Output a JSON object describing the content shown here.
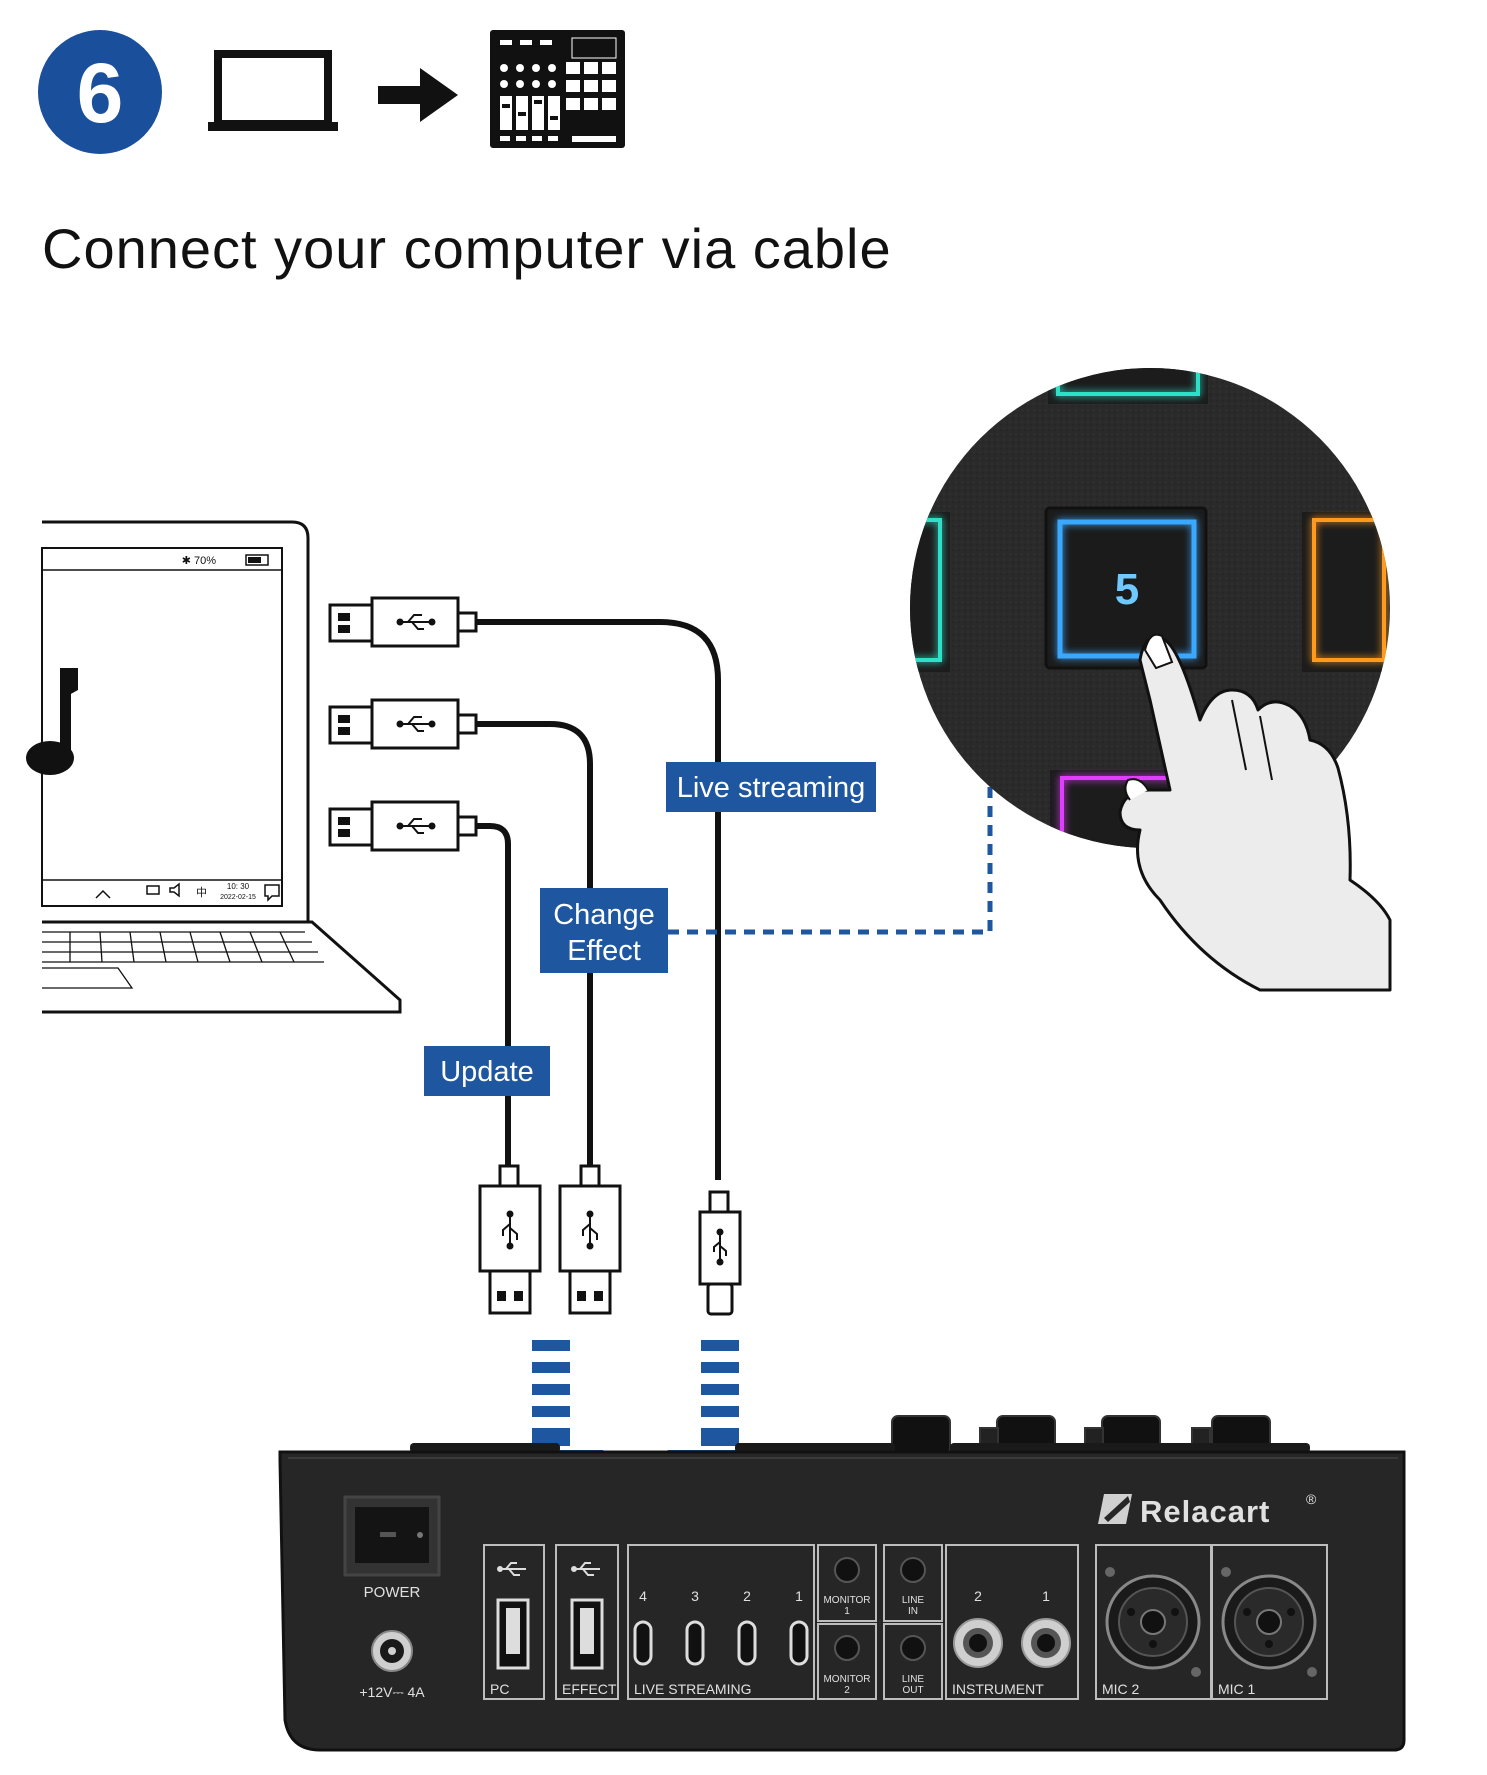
{
  "step": {
    "number": "6"
  },
  "heading": "Connect your computer via cable",
  "laptop": {
    "battery": "✱ 70%",
    "time": "10: 30",
    "date": "2022-02-15",
    "ime": "中"
  },
  "cables": {
    "live_streaming": "Live streaming",
    "change_effect_line1": "Change",
    "change_effect_line2": "Effect",
    "update": "Update"
  },
  "zoom_pad": {
    "number": "5"
  },
  "device": {
    "brand": "Relacart",
    "power_label": "POWER",
    "power_rating": "+12V⎓ 4A",
    "ports": {
      "pc": "PC",
      "effect": "EFFECT",
      "live_streaming": "LIVE STREAMING",
      "ls_numbers": [
        "4",
        "3",
        "2",
        "1"
      ],
      "monitor1_a": "MONITOR",
      "monitor1_b": "1",
      "monitor2_a": "MONITOR",
      "monitor2_b": "2",
      "line_in_a": "LINE",
      "line_in_b": "IN",
      "line_out_a": "LINE",
      "line_out_b": "OUT",
      "instrument": "INSTRUMENT",
      "inst_numbers": [
        "2",
        "1"
      ],
      "mic2": "MIC 2",
      "mic1": "MIC 1"
    }
  },
  "colors": {
    "brand_blue": "#1a4f9c",
    "label_blue": "#1e56a0",
    "device_body": "#262626",
    "pad_cyan": "#3aa8ff",
    "pad_teal": "#2de0c8",
    "pad_orange": "#ff9a1f",
    "pad_magenta": "#e03cff"
  },
  "icons": [
    "laptop-icon",
    "arrow-right-icon",
    "controller-icon",
    "usb-icon",
    "music-note-icon",
    "hand-icon"
  ]
}
